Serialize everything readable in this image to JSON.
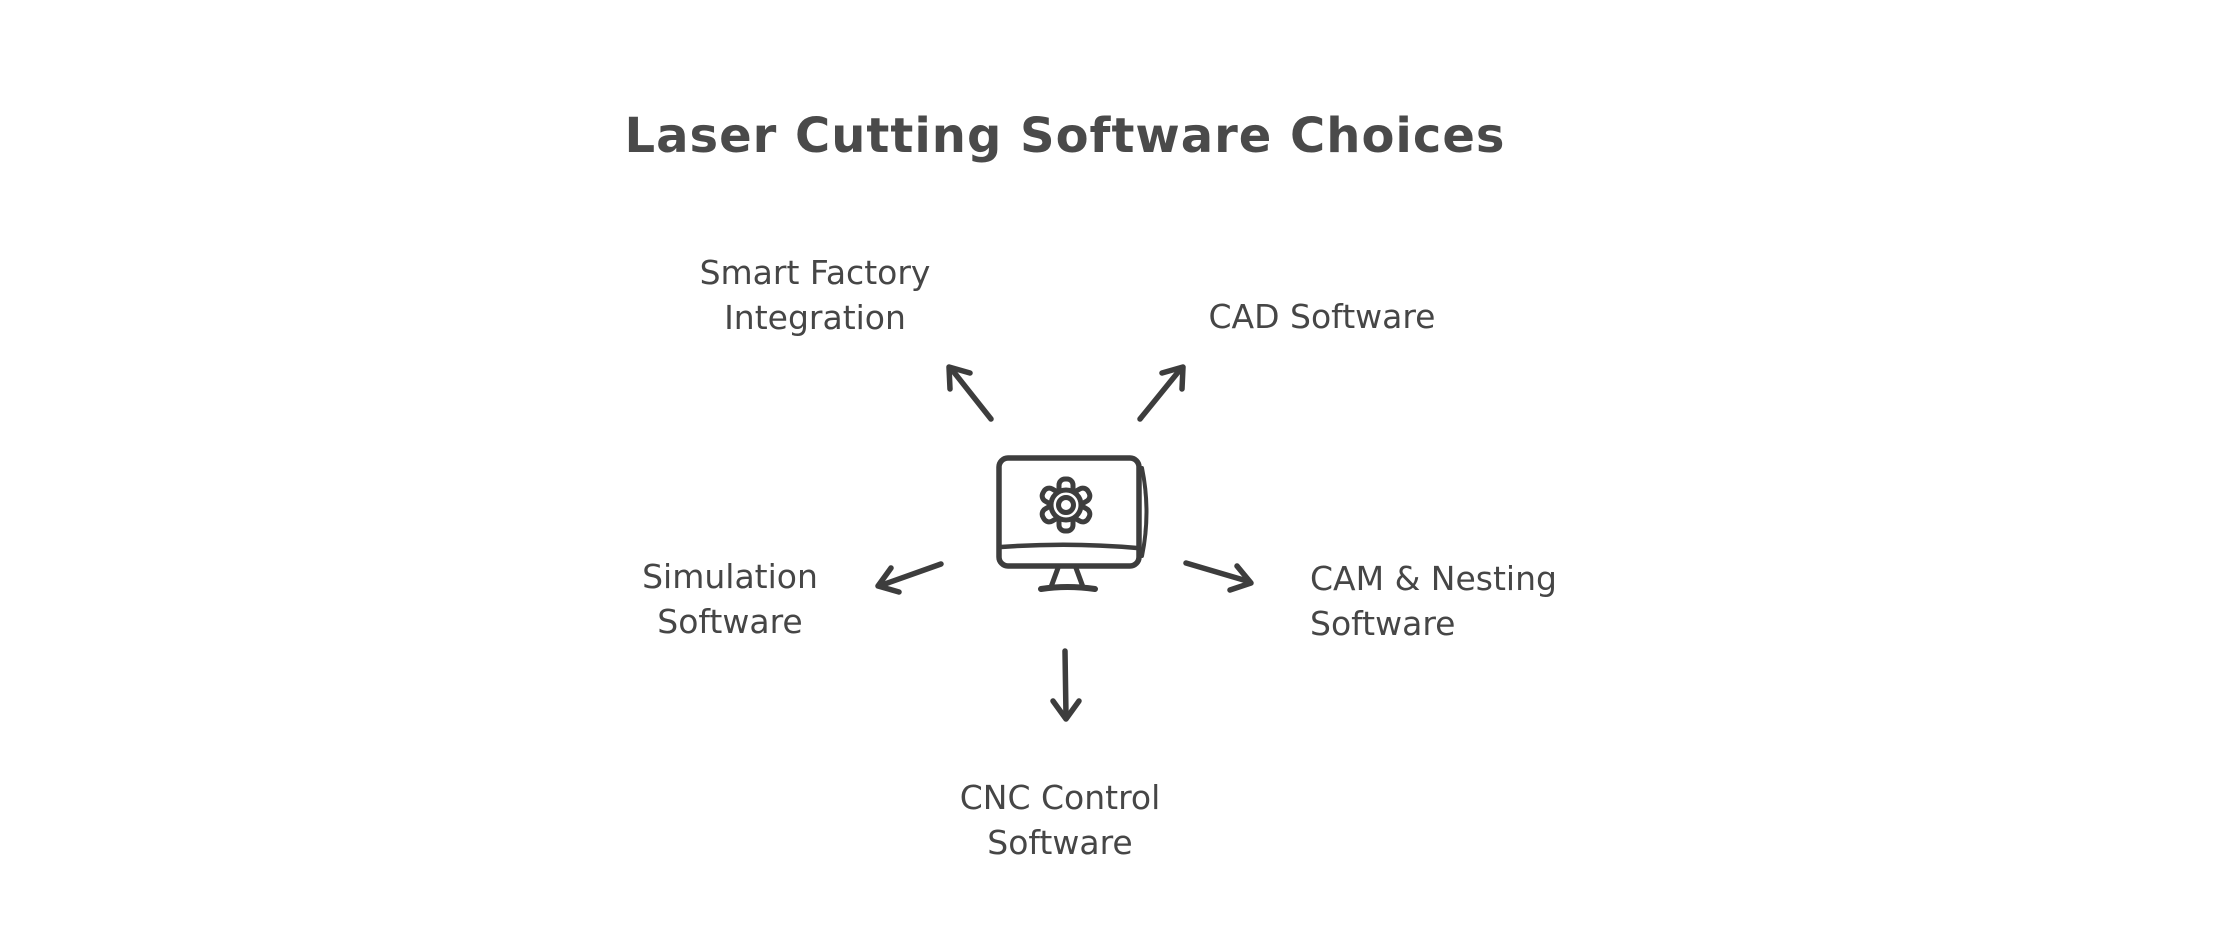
{
  "title": "Laser Cutting Software Choices",
  "colors": {
    "background": "#ffffff",
    "stroke": "#3d3d3d",
    "label_text": "#464646",
    "title_text": "#4a4a4a"
  },
  "center": {
    "icon": "computer-monitor-with-gear"
  },
  "nodes": {
    "smart_factory": {
      "label": "Smart Factory\nIntegration"
    },
    "cad": {
      "label": "CAD Software"
    },
    "simulation": {
      "label": "Simulation\nSoftware"
    },
    "cam_nesting": {
      "label": "CAM & Nesting\nSoftware"
    },
    "cnc": {
      "label": "CNC Control\nSoftware"
    }
  }
}
